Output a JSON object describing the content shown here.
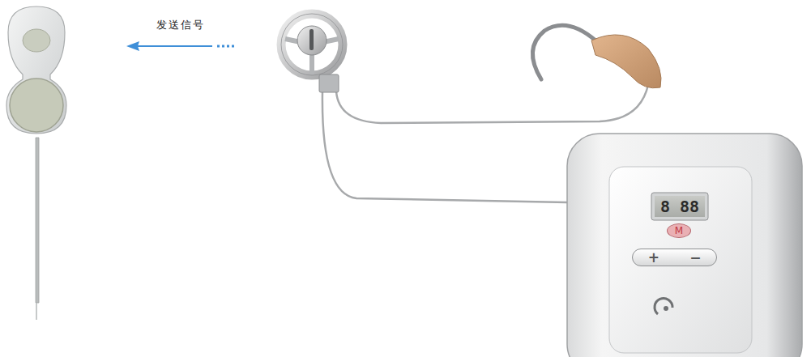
{
  "diagram": {
    "nodes": [
      {
        "text": [
          "8 88"
        ]
      },
      {
        "text": [
          "M"
        ]
      },
      {
        "text": [
          "+",
          "−"
        ]
      }
    ],
    "labels": [
      "发送信号"
    ]
  }
}
